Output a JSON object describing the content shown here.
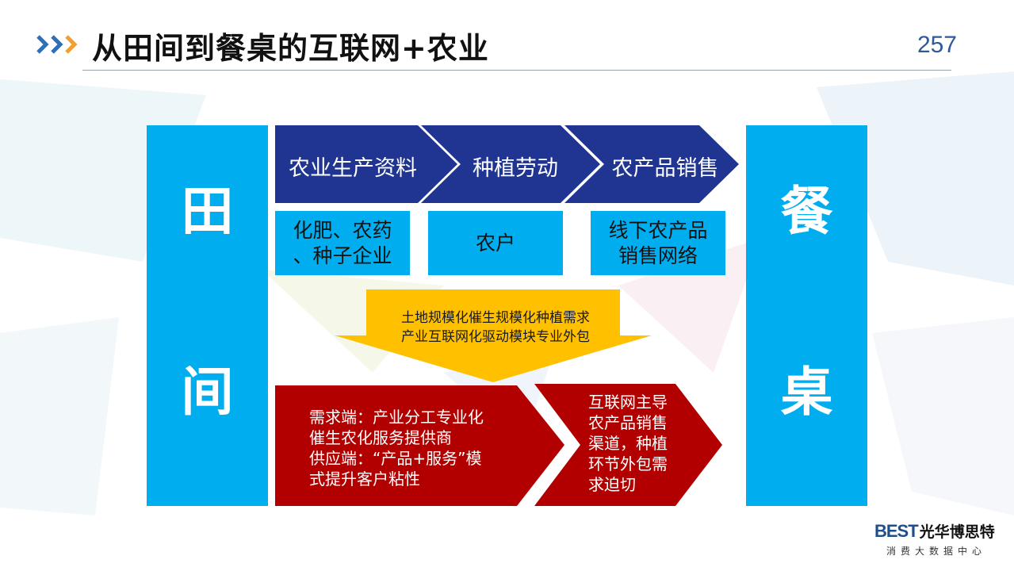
{
  "header": {
    "title": "从田间到餐桌的互联网+农业",
    "page_number": "257"
  },
  "left_column": {
    "top_char": "田",
    "bottom_char": "间"
  },
  "right_column": {
    "top_char": "餐",
    "bottom_char": "桌"
  },
  "process_steps": [
    {
      "label": "农业生产资料"
    },
    {
      "label": "种植劳动"
    },
    {
      "label": "农产品销售"
    }
  ],
  "participants": [
    {
      "lines": [
        "化肥、农药",
        "、种子企业"
      ]
    },
    {
      "lines": [
        "农户"
      ]
    },
    {
      "lines": [
        "线下农产品",
        "销售网络"
      ]
    }
  ],
  "driver_arrow": {
    "lines": [
      "土地规模化催生规模化种植需求",
      "产业互联网化驱动模块专业外包"
    ]
  },
  "outcome_left": {
    "lines": [
      "需求端：产业分工专业化",
      "催生农化服务提供商",
      "供应端：“产品+服务”模",
      "式提升客户粘性"
    ]
  },
  "outcome_right": {
    "lines": [
      "互联网主导",
      "农产品销售",
      "渠道，种植",
      "环节外包需",
      "求迫切"
    ]
  },
  "logo": {
    "mark": "BEST",
    "name": "光华博思特",
    "subtitle": "消费大数据中心"
  },
  "colors": {
    "cyan": "#00aeef",
    "navy": "#1f3591",
    "dark_red": "#b20000",
    "yellow": "#ffc000",
    "chevron_blue": "#2f6fb8",
    "chevron_orange": "#f0a030"
  }
}
